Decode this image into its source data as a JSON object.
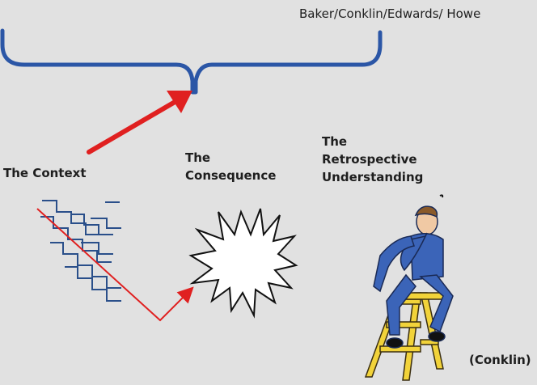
{
  "header": {
    "authors": "Baker/Conklin/Edwards/ Howe"
  },
  "labels": {
    "context": "The Context",
    "consequence": {
      "line1": "The",
      "line2": "Consequence"
    },
    "retrospective": {
      "line1": "The",
      "line2": "Retrospective",
      "line3": "Understanding"
    }
  },
  "credit": "(Conklin)",
  "icons": [
    "brace-icon",
    "red-arrow-icon",
    "staircase-icon",
    "explosion-icon",
    "thinking-man-icon",
    "ladder-icon"
  ],
  "colors": {
    "background": "#e1e1e1",
    "brace": "#2b56a6",
    "arrow": "#e02020",
    "stairs": "#2a4f8a",
    "figure": "#3b64b8",
    "ladder": "#f2d33a",
    "text": "#1e1e1e"
  }
}
